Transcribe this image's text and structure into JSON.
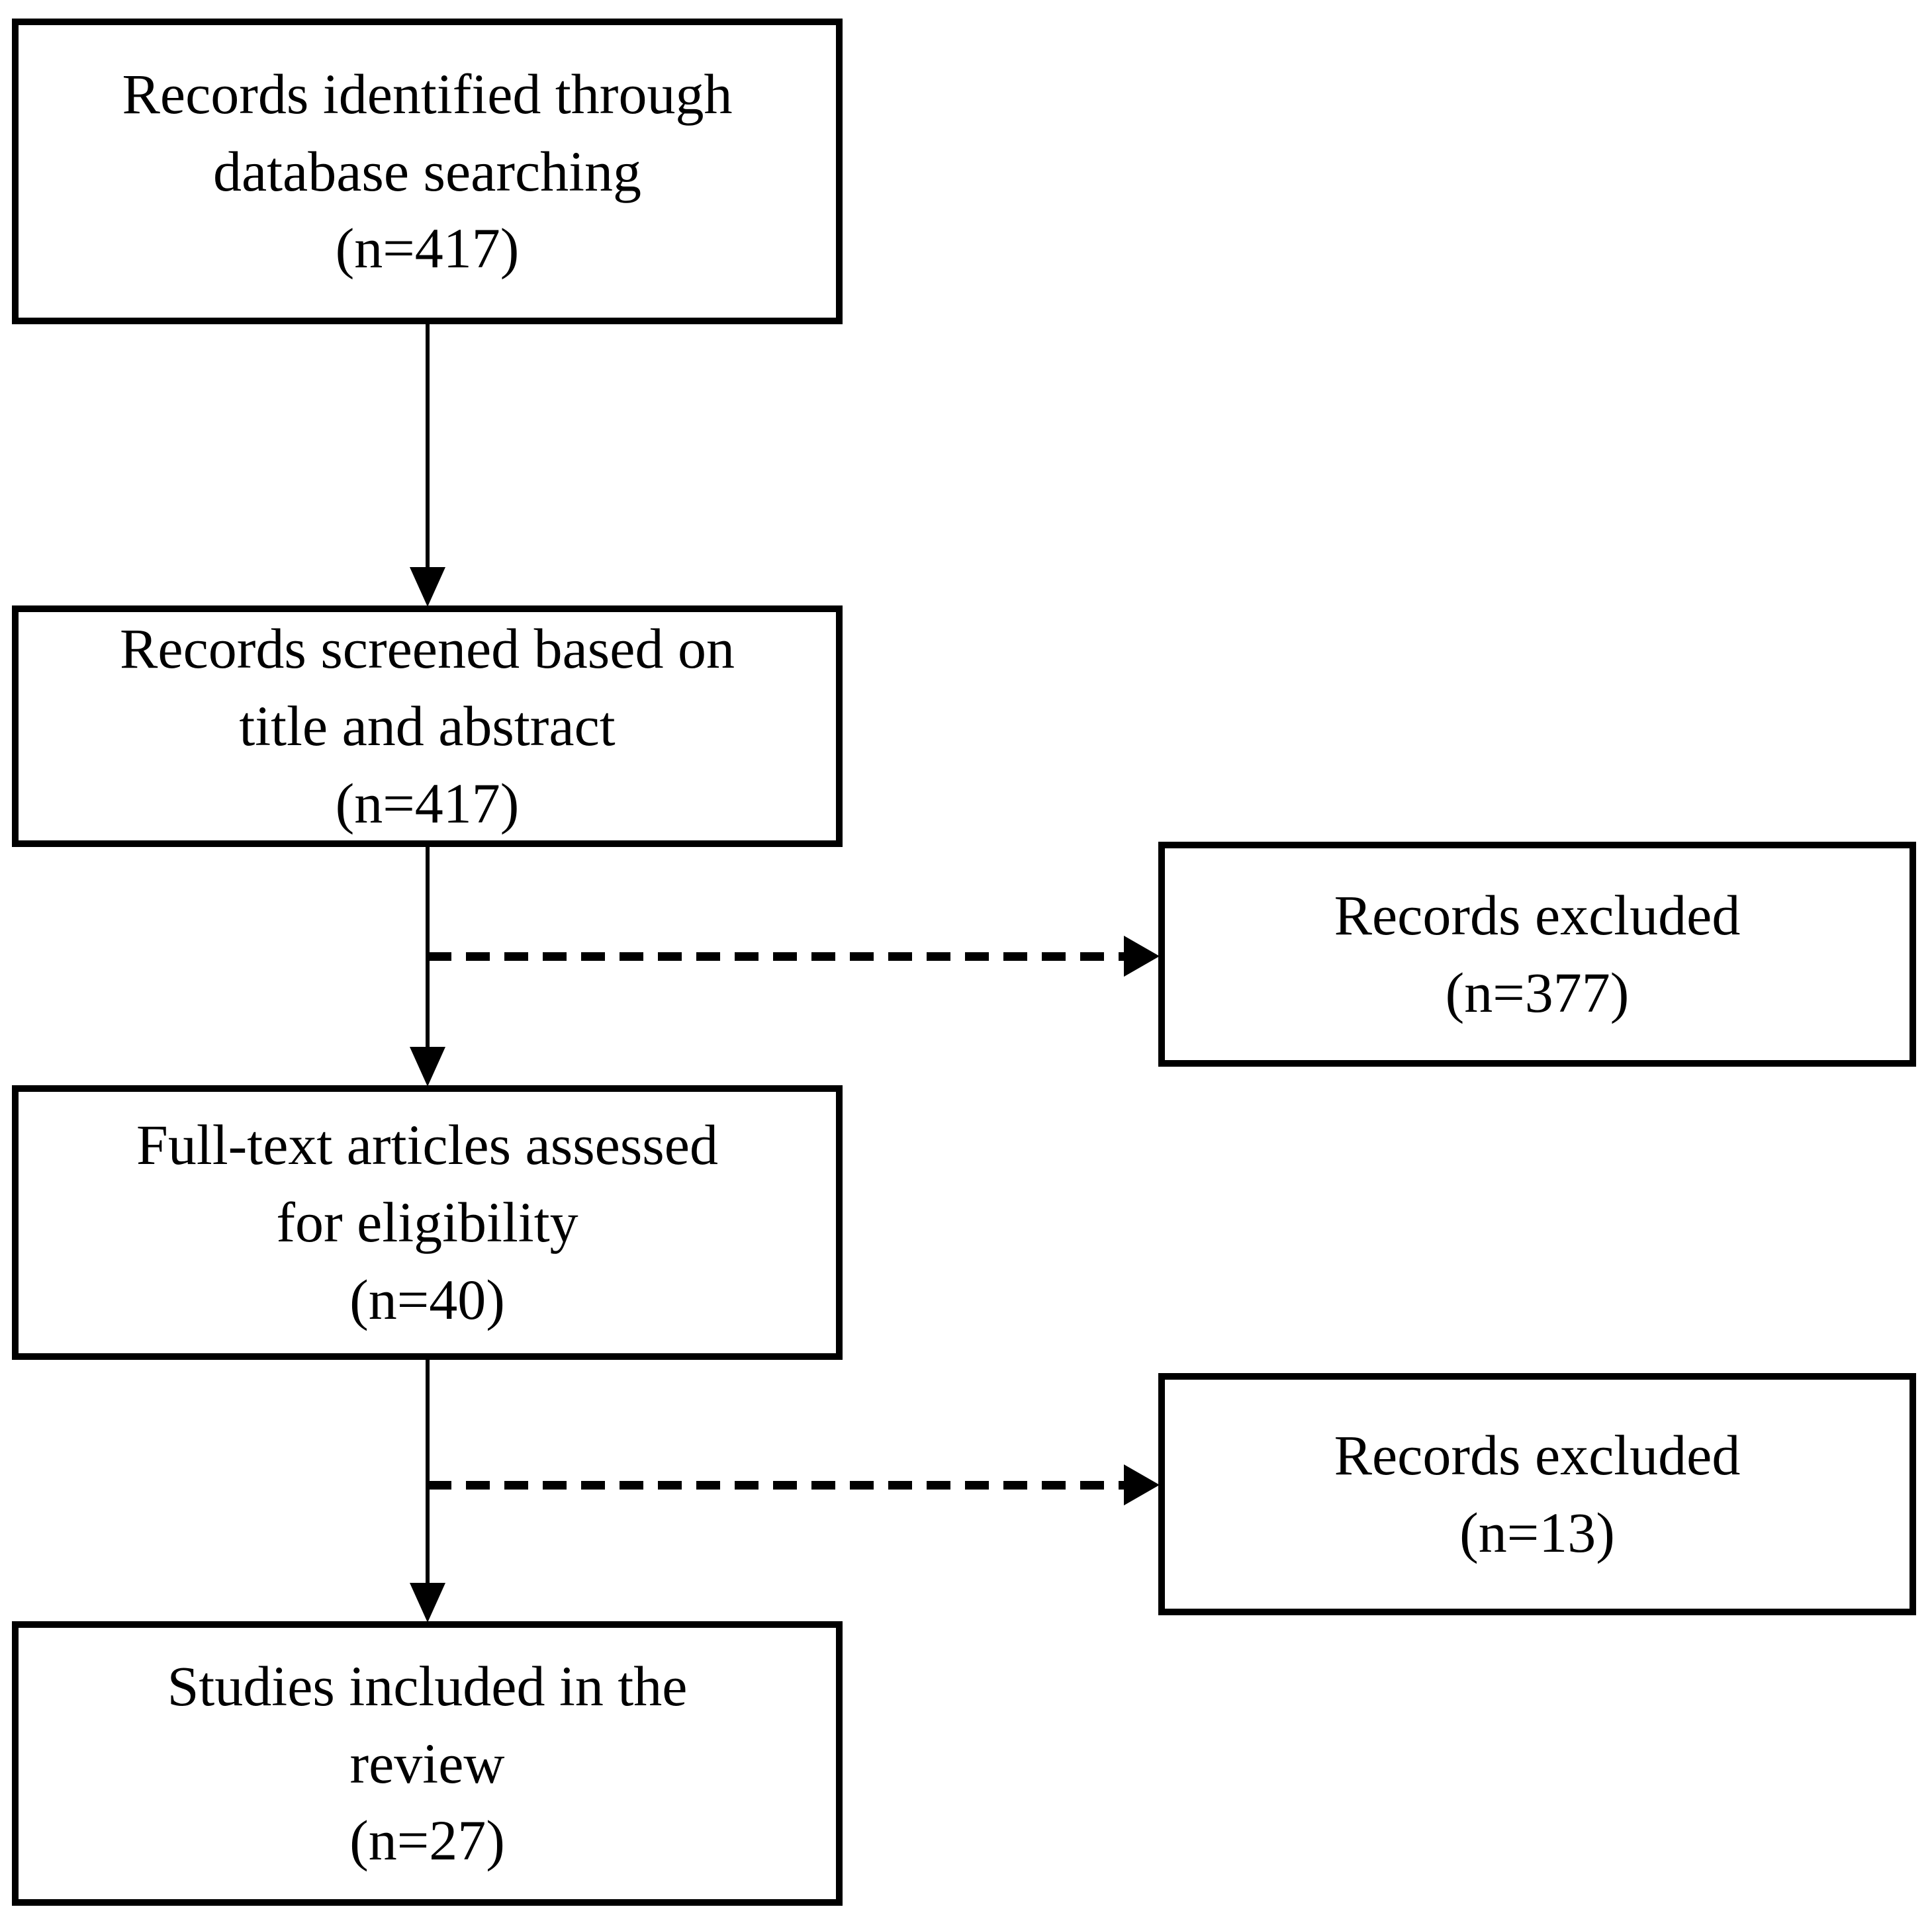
{
  "diagram": {
    "type": "flowchart",
    "subject": "study-selection-flow",
    "colors": {
      "line": "#000000",
      "background": "#ffffff",
      "text": "#000000"
    },
    "boxes": [
      {
        "id": "records-identified",
        "label": "Records identified through\ndatabase searching",
        "count": "(n=417)"
      },
      {
        "id": "records-screened",
        "label": "Records screened based on\ntitle and abstract",
        "count": "(n=417)"
      },
      {
        "id": "records-excluded-screening",
        "label": "Records excluded",
        "count": "(n=377)"
      },
      {
        "id": "fulltext-assessed",
        "label": "Full-text articles assessed\nfor eligibility",
        "count": "(n=40)"
      },
      {
        "id": "records-excluded-fulltext",
        "label": "Records excluded",
        "count": "(n=13)"
      },
      {
        "id": "studies-included",
        "label": "Studies included in the\nreview",
        "count": "(n=27)"
      }
    ],
    "connectors": [
      {
        "from": "records-identified",
        "to": "records-screened",
        "style": "solid",
        "direction": "down"
      },
      {
        "from": "records-screened",
        "to": "fulltext-assessed",
        "style": "solid",
        "direction": "down"
      },
      {
        "from": "records-screened",
        "to": "records-excluded-screening",
        "style": "dashed",
        "direction": "right"
      },
      {
        "from": "fulltext-assessed",
        "to": "studies-included",
        "style": "solid",
        "direction": "down"
      },
      {
        "from": "fulltext-assessed",
        "to": "records-excluded-fulltext",
        "style": "dashed",
        "direction": "right"
      }
    ]
  }
}
